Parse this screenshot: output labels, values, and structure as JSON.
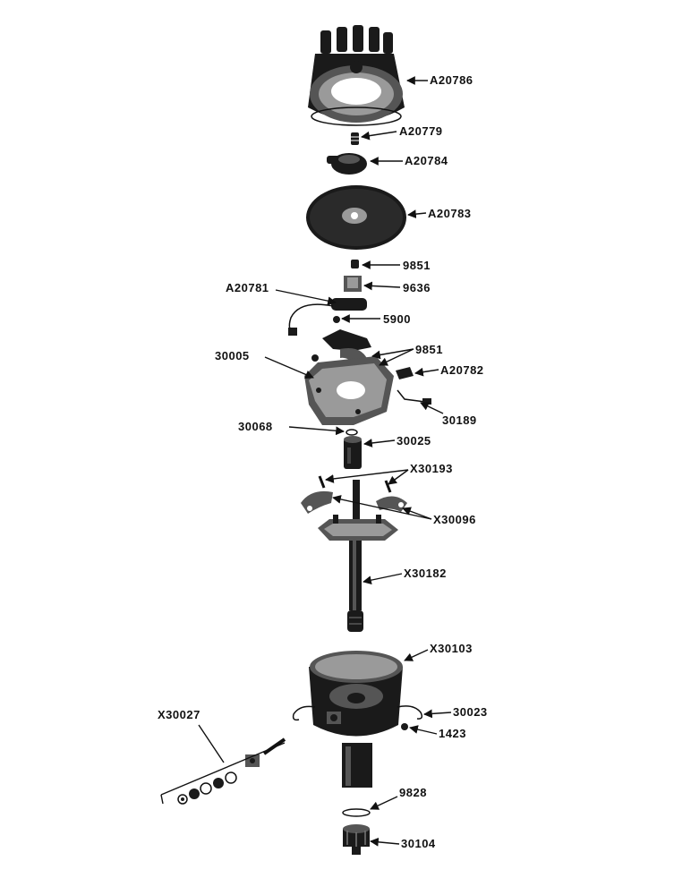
{
  "parts": [
    {
      "id": "a20786",
      "number": "A20786"
    },
    {
      "id": "a20779",
      "number": "A20779"
    },
    {
      "id": "a20784",
      "number": "A20784"
    },
    {
      "id": "a20783",
      "number": "A20783"
    },
    {
      "id": "p9851a",
      "number": "9851"
    },
    {
      "id": "p9636",
      "number": "9636"
    },
    {
      "id": "a20781",
      "number": "A20781"
    },
    {
      "id": "p5900",
      "number": "5900"
    },
    {
      "id": "p9851b",
      "number": "9851"
    },
    {
      "id": "p30005",
      "number": "30005"
    },
    {
      "id": "a20782",
      "number": "A20782"
    },
    {
      "id": "p30189",
      "number": "30189"
    },
    {
      "id": "p30068",
      "number": "30068"
    },
    {
      "id": "p30025",
      "number": "30025"
    },
    {
      "id": "x30193",
      "number": "X30193"
    },
    {
      "id": "x30096",
      "number": "X30096"
    },
    {
      "id": "x30182",
      "number": "X30182"
    },
    {
      "id": "x30103",
      "number": "X30103"
    },
    {
      "id": "x30027",
      "number": "X30027"
    },
    {
      "id": "p30023",
      "number": "30023"
    },
    {
      "id": "p1423",
      "number": "1423"
    },
    {
      "id": "p9828",
      "number": "9828"
    },
    {
      "id": "p30104",
      "number": "30104"
    }
  ]
}
